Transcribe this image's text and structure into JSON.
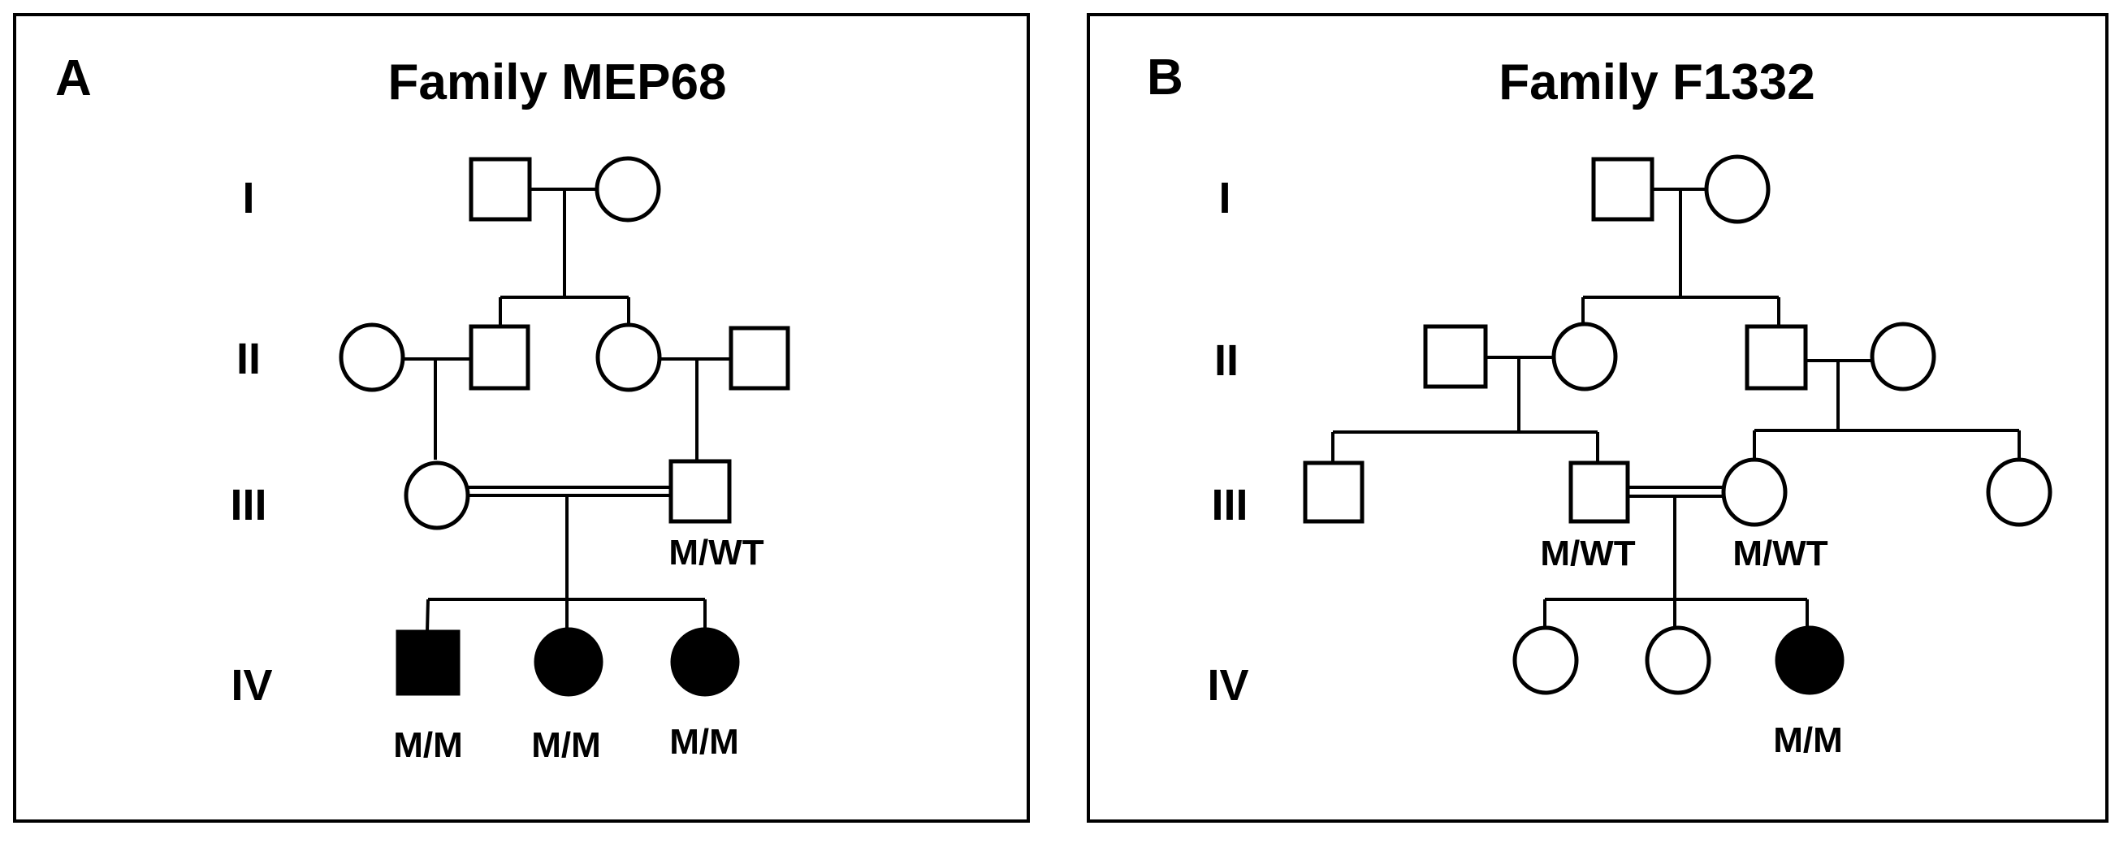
{
  "figure": {
    "panels": [
      {
        "id": "A",
        "letter": "A",
        "title": "Family MEP68",
        "generations": [
          "I",
          "II",
          "III",
          "IV"
        ],
        "individuals": [
          {
            "id": "A-I-1",
            "gen": "I",
            "sex": "male",
            "affected": false,
            "genotype": ""
          },
          {
            "id": "A-I-2",
            "gen": "I",
            "sex": "female",
            "affected": false,
            "genotype": ""
          },
          {
            "id": "A-II-1",
            "gen": "II",
            "sex": "female",
            "affected": false,
            "genotype": ""
          },
          {
            "id": "A-II-2",
            "gen": "II",
            "sex": "male",
            "affected": false,
            "genotype": ""
          },
          {
            "id": "A-II-3",
            "gen": "II",
            "sex": "female",
            "affected": false,
            "genotype": ""
          },
          {
            "id": "A-II-4",
            "gen": "II",
            "sex": "male",
            "affected": false,
            "genotype": ""
          },
          {
            "id": "A-III-1",
            "gen": "III",
            "sex": "female",
            "affected": false,
            "genotype": ""
          },
          {
            "id": "A-III-2",
            "gen": "III",
            "sex": "male",
            "affected": false,
            "genotype": "M/WT"
          },
          {
            "id": "A-IV-1",
            "gen": "IV",
            "sex": "male",
            "affected": true,
            "genotype": "M/M"
          },
          {
            "id": "A-IV-2",
            "gen": "IV",
            "sex": "female",
            "affected": true,
            "genotype": "M/M"
          },
          {
            "id": "A-IV-3",
            "gen": "IV",
            "sex": "female",
            "affected": true,
            "genotype": "M/M"
          }
        ],
        "unions": [
          {
            "partners": [
              "A-I-1",
              "A-I-2"
            ],
            "consanguineous": false,
            "children": [
              "A-II-2",
              "A-II-3"
            ]
          },
          {
            "partners": [
              "A-II-1",
              "A-II-2"
            ],
            "consanguineous": false,
            "children": [
              "A-III-1"
            ]
          },
          {
            "partners": [
              "A-II-3",
              "A-II-4"
            ],
            "consanguineous": false,
            "children": [
              "A-III-2"
            ]
          },
          {
            "partners": [
              "A-III-1",
              "A-III-2"
            ],
            "consanguineous": true,
            "children": [
              "A-IV-1",
              "A-IV-2",
              "A-IV-3"
            ]
          }
        ]
      },
      {
        "id": "B",
        "letter": "B",
        "title": "Family F1332",
        "generations": [
          "I",
          "II",
          "III",
          "IV"
        ],
        "individuals": [
          {
            "id": "B-I-1",
            "gen": "I",
            "sex": "male",
            "affected": false,
            "genotype": ""
          },
          {
            "id": "B-I-2",
            "gen": "I",
            "sex": "female",
            "affected": false,
            "genotype": ""
          },
          {
            "id": "B-II-1",
            "gen": "II",
            "sex": "male",
            "affected": false,
            "genotype": ""
          },
          {
            "id": "B-II-2",
            "gen": "II",
            "sex": "female",
            "affected": false,
            "genotype": ""
          },
          {
            "id": "B-II-3",
            "gen": "II",
            "sex": "male",
            "affected": false,
            "genotype": ""
          },
          {
            "id": "B-II-4",
            "gen": "II",
            "sex": "female",
            "affected": false,
            "genotype": ""
          },
          {
            "id": "B-III-1",
            "gen": "III",
            "sex": "male",
            "affected": false,
            "genotype": ""
          },
          {
            "id": "B-III-2",
            "gen": "III",
            "sex": "male",
            "affected": false,
            "genotype": "M/WT"
          },
          {
            "id": "B-III-3",
            "gen": "III",
            "sex": "female",
            "affected": false,
            "genotype": "M/WT"
          },
          {
            "id": "B-III-4",
            "gen": "III",
            "sex": "female",
            "affected": false,
            "genotype": ""
          },
          {
            "id": "B-IV-1",
            "gen": "IV",
            "sex": "female",
            "affected": false,
            "genotype": ""
          },
          {
            "id": "B-IV-2",
            "gen": "IV",
            "sex": "female",
            "affected": false,
            "genotype": ""
          },
          {
            "id": "B-IV-3",
            "gen": "IV",
            "sex": "female",
            "affected": true,
            "genotype": "M/M"
          }
        ],
        "unions": [
          {
            "partners": [
              "B-I-1",
              "B-I-2"
            ],
            "consanguineous": false,
            "children": [
              "B-II-2",
              "B-II-3"
            ]
          },
          {
            "partners": [
              "B-II-1",
              "B-II-2"
            ],
            "consanguineous": false,
            "children": [
              "B-III-1",
              "B-III-2"
            ]
          },
          {
            "partners": [
              "B-II-3",
              "B-II-4"
            ],
            "consanguineous": false,
            "children": [
              "B-III-3",
              "B-III-4"
            ]
          },
          {
            "partners": [
              "B-III-2",
              "B-III-3"
            ],
            "consanguineous": true,
            "children": [
              "B-IV-1",
              "B-IV-2",
              "B-IV-3"
            ]
          }
        ]
      }
    ]
  }
}
